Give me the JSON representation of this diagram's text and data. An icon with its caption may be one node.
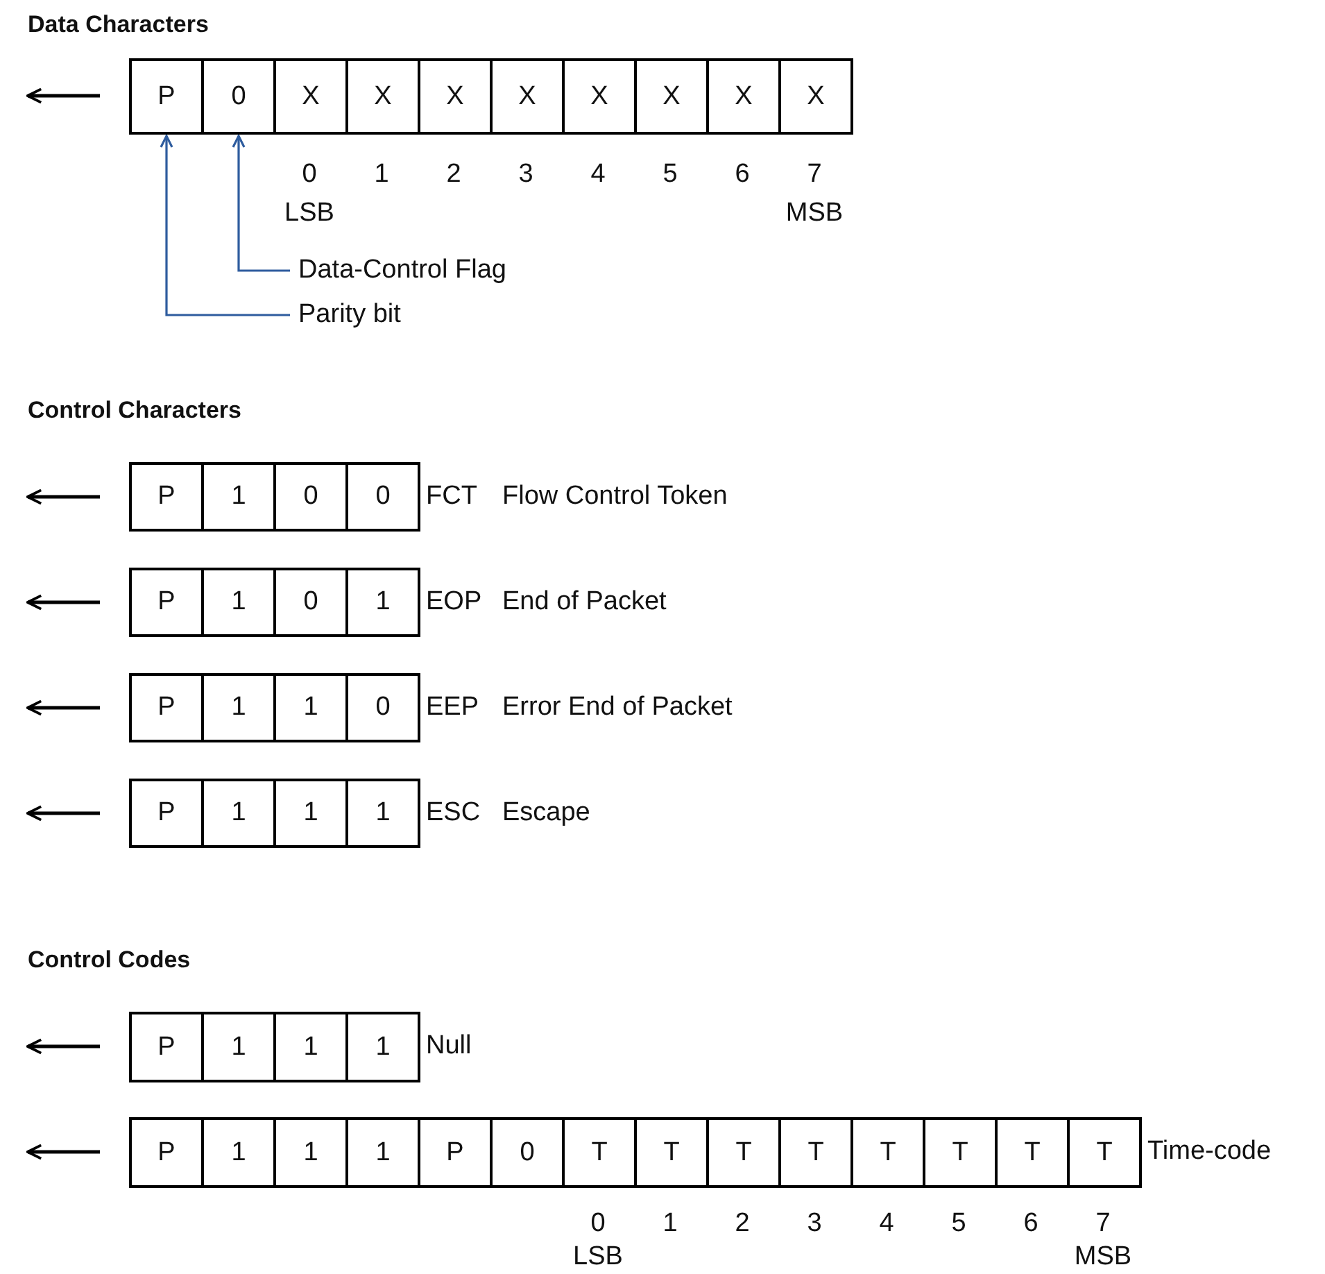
{
  "diagram": {
    "nodes": [
      {
        "text": [
          "P"
        ]
      },
      {
        "text": [
          "0"
        ]
      },
      {
        "text": [
          "X"
        ]
      },
      {
        "text": [
          "X"
        ]
      },
      {
        "text": [
          "X"
        ]
      },
      {
        "text": [
          "X"
        ]
      },
      {
        "text": [
          "X"
        ]
      },
      {
        "text": [
          "X"
        ]
      },
      {
        "text": [
          "X"
        ]
      },
      {
        "text": [
          "X"
        ]
      },
      {
        "text": [
          "Data-Control Flag"
        ]
      },
      {
        "text": [
          "Parity bit"
        ]
      },
      {
        "text": [
          "P"
        ]
      },
      {
        "text": [
          "1"
        ]
      },
      {
        "text": [
          "0"
        ]
      },
      {
        "text": [
          "0"
        ]
      },
      {
        "text": [
          "P"
        ]
      },
      {
        "text": [
          "1"
        ]
      },
      {
        "text": [
          "0"
        ]
      },
      {
        "text": [
          "1"
        ]
      },
      {
        "text": [
          "P"
        ]
      },
      {
        "text": [
          "1"
        ]
      },
      {
        "text": [
          "1"
        ]
      },
      {
        "text": [
          "0"
        ]
      },
      {
        "text": [
          "P"
        ]
      },
      {
        "text": [
          "1"
        ]
      },
      {
        "text": [
          "1"
        ]
      },
      {
        "text": [
          "1"
        ]
      },
      {
        "text": [
          "P"
        ]
      },
      {
        "text": [
          "1"
        ]
      },
      {
        "text": [
          "1"
        ]
      },
      {
        "text": [
          "1"
        ]
      },
      {
        "text": [
          "P"
        ]
      },
      {
        "text": [
          "1"
        ]
      },
      {
        "text": [
          "1"
        ]
      },
      {
        "text": [
          "1"
        ]
      },
      {
        "text": [
          "P"
        ]
      },
      {
        "text": [
          "0"
        ]
      },
      {
        "text": [
          "T"
        ]
      },
      {
        "text": [
          "T"
        ]
      },
      {
        "text": [
          "T"
        ]
      },
      {
        "text": [
          "T"
        ]
      },
      {
        "text": [
          "T"
        ]
      },
      {
        "text": [
          "T"
        ]
      },
      {
        "text": [
          "T"
        ]
      },
      {
        "text": [
          "T"
        ]
      }
    ],
    "edges": [
      {
        "from": 10,
        "to": 1,
        "arrow": "to"
      },
      {
        "from": 11,
        "to": 0,
        "arrow": "to"
      }
    ],
    "labels": [
      "Data Characters",
      "0",
      "1",
      "2",
      "3",
      "4",
      "5",
      "6",
      "7",
      "LSB",
      "MSB",
      "Control Characters",
      "FCT",
      "Flow Control Token",
      "EOP",
      "End of Packet",
      "EEP",
      "Error End of Packet",
      "ESC",
      "Escape",
      "Control Codes",
      "Null",
      "Time-code",
      "0",
      "1",
      "2",
      "3",
      "4",
      "5",
      "6",
      "7",
      "LSB",
      "MSB"
    ]
  }
}
